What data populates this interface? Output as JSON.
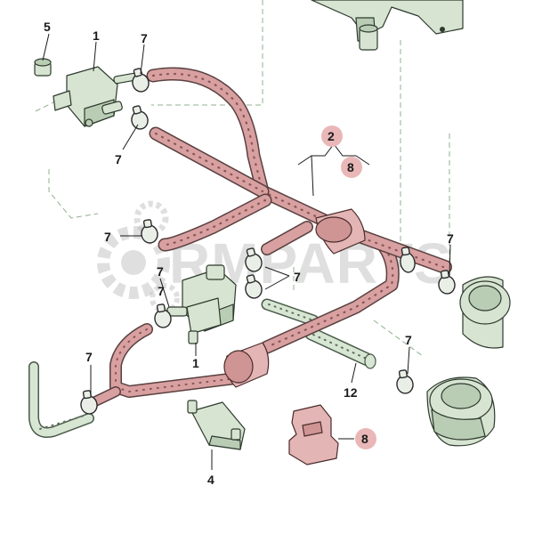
{
  "watermark": {
    "text": "RMPARTS",
    "color": "#b9b9b9"
  },
  "colors": {
    "hose_fill": "#d8a0a0",
    "hose_outline": "#5a4040",
    "component_fill": "#d6e4d1",
    "highlight_circle": "#e9b7b7"
  },
  "labels": {
    "l5": "5",
    "l1_top": "1",
    "l7_a": "7",
    "l7_b": "7",
    "l2": "2",
    "l8_top": "8",
    "l7_c": "7",
    "l7_d": "7",
    "l7_e": "7",
    "l7_f": "7",
    "l7_g": "7",
    "l1_mid": "1",
    "l7_h": "7",
    "l7_i": "7",
    "l12": "12",
    "l4": "4",
    "l8_bottom": "8"
  }
}
